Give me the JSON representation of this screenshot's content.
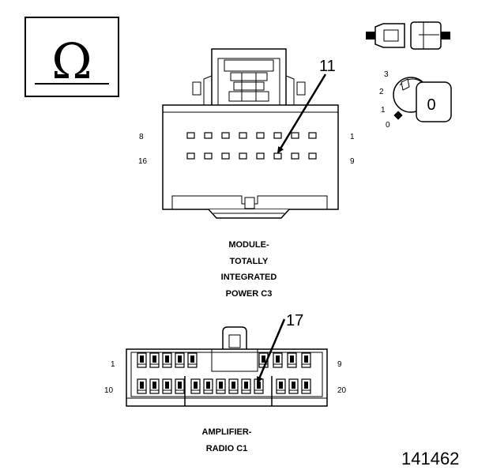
{
  "ohm_symbol": "Ω",
  "module": {
    "title_lines": [
      "MODULE-",
      "TOTALLY",
      "INTEGRATED",
      "POWER C3"
    ],
    "pin_labels": {
      "top_left": "8",
      "top_right": "1",
      "bottom_left": "16",
      "bottom_right": "9"
    },
    "callout": "11"
  },
  "amplifier": {
    "title_lines": [
      "AMPLIFIER-",
      "RADIO C1"
    ],
    "pin_labels": {
      "top_left": "1",
      "top_right": "9",
      "bottom_left": "10",
      "bottom_right": "20"
    },
    "callout": "17"
  },
  "ignition_switch": {
    "positions": [
      "3",
      "2",
      "1",
      "0"
    ],
    "key_label": "0"
  },
  "figure_number": "141462"
}
